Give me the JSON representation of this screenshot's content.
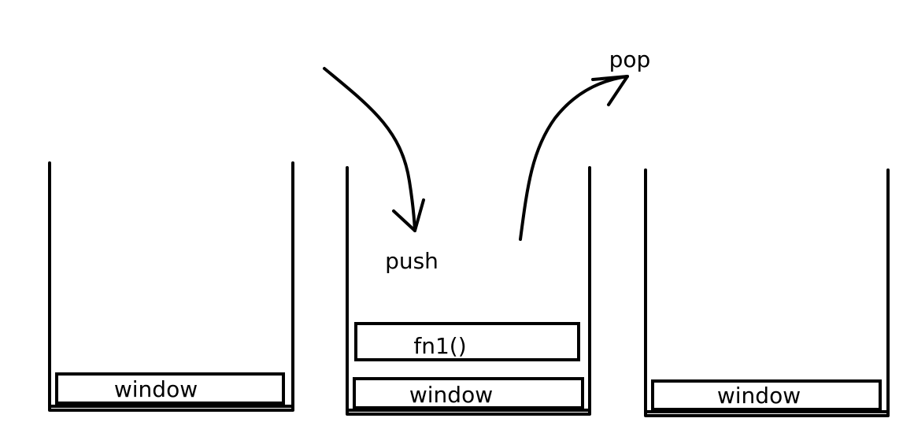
{
  "stacks": [
    {
      "frames": [
        "window"
      ]
    },
    {
      "frames": [
        "fn1()",
        "window"
      ]
    },
    {
      "frames": [
        "window"
      ]
    }
  ],
  "arrows": {
    "push_label": "push",
    "pop_label": "pop"
  },
  "colors": {
    "stroke": "#000000",
    "background": "#ffffff"
  }
}
